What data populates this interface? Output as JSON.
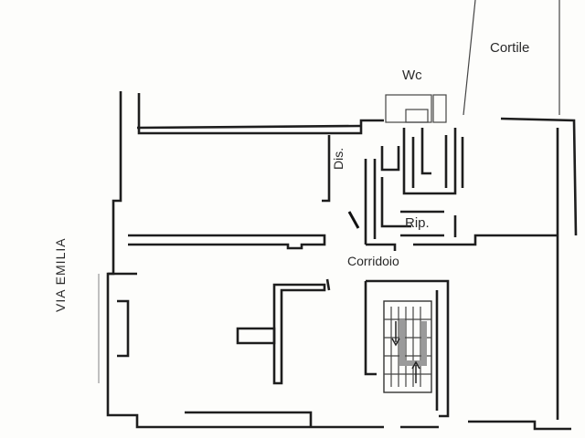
{
  "plan": {
    "labels": {
      "courtyard": "Cortile",
      "wc": "Wc",
      "dis": "Dis.",
      "rip": "Rip.",
      "corridor": "Corridoio",
      "street": "VIA EMILIA"
    },
    "colors": {
      "ink": "#1e1e1e",
      "paper": "#fdfdfb",
      "stair_fill": "#9a9a9a"
    }
  }
}
